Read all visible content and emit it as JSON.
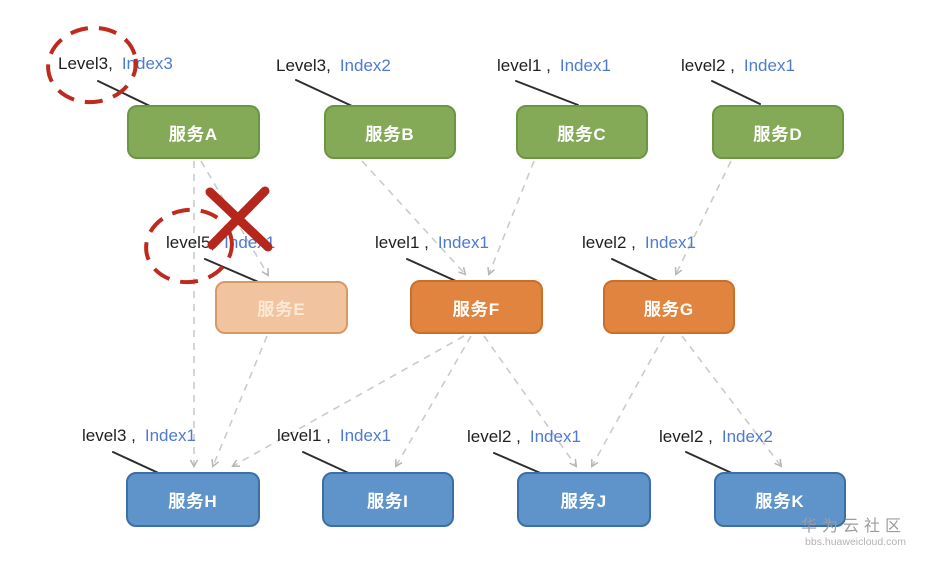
{
  "diagram": {
    "description_labels": {
      "service_prefix": "服务"
    },
    "nodes": [
      {
        "label": "服务A",
        "tier": "green",
        "level": "Level3,",
        "index": "Index3"
      },
      {
        "label": "服务B",
        "tier": "green",
        "level": "Level3,",
        "index": "Index2"
      },
      {
        "label": "服务C",
        "tier": "green",
        "level": "level1 ,",
        "index": "Index1"
      },
      {
        "label": "服务D",
        "tier": "green",
        "level": "level2 ,",
        "index": "Index1"
      },
      {
        "label": "服务E",
        "tier": "peach",
        "level": "level5,",
        "index": "Index1"
      },
      {
        "label": "服务F",
        "tier": "orange",
        "level": "level1 ,",
        "index": "Index1"
      },
      {
        "label": "服务G",
        "tier": "orange",
        "level": "level2 ,",
        "index": "Index1"
      },
      {
        "label": "服务H",
        "tier": "blue",
        "level": "level3 ,",
        "index": "Index1"
      },
      {
        "label": "服务I",
        "tier": "blue",
        "level": "level1 ,",
        "index": "Index1"
      },
      {
        "label": "服务J",
        "tier": "blue",
        "level": "level2 ,",
        "index": "Index1"
      },
      {
        "label": "服务K",
        "tier": "blue",
        "level": "level2 ,",
        "index": "Index2"
      }
    ],
    "edges": [
      {
        "from": "服务A",
        "to": "服务E"
      },
      {
        "from": "服务A",
        "to": "服务H"
      },
      {
        "from": "服务B",
        "to": "服务F"
      },
      {
        "from": "服务C",
        "to": "服务F"
      },
      {
        "from": "服务D",
        "to": "服务G"
      },
      {
        "from": "服务E",
        "to": "服务H"
      },
      {
        "from": "服务F",
        "to": "服务H"
      },
      {
        "from": "服务F",
        "to": "服务I"
      },
      {
        "from": "服务F",
        "to": "服务J"
      },
      {
        "from": "服务G",
        "to": "服务J"
      },
      {
        "from": "服务G",
        "to": "服务K"
      }
    ],
    "annotations": [
      {
        "type": "red-dashed-circle",
        "around": "Level3, (label of 服务A)"
      },
      {
        "type": "red-dashed-circle",
        "around": "level5 (label of 服务E)"
      },
      {
        "type": "red-cross",
        "over": "connection 服务A → 服务E"
      }
    ],
    "colors": {
      "tier_green_fill": "#84a957",
      "tier_green_border": "#6b9643",
      "tier_orange_fill": "#e08440",
      "tier_orange_border": "#c86f2e",
      "tier_peach_fill": "#f1c49f",
      "tier_peach_border": "#d69a64",
      "tier_blue_fill": "#5e94c9",
      "tier_blue_border": "#3d6fa5",
      "level_text": "#1f1f1f",
      "index_text": "#4e7ad1",
      "connector_gray": "#cbcbcb",
      "annotation_red": "#bf2a1e",
      "node_text": "#ffffff"
    }
  },
  "watermark": {
    "brand": "华为云社区",
    "url": "bbs.huaweicloud.com"
  }
}
